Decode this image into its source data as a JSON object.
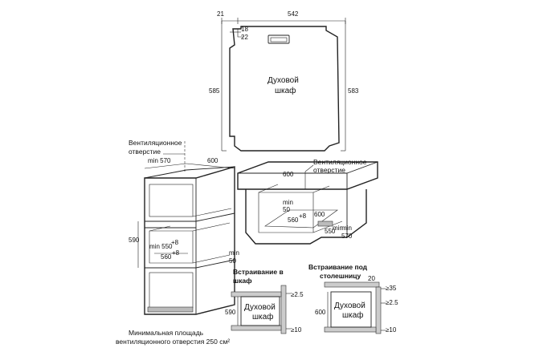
{
  "top_oven": {
    "label_line1": "Духовой",
    "label_line2": "шкаф",
    "dim_top_left": "21",
    "dim_top_width": "542",
    "dim_step1": "18",
    "dim_step2": "22",
    "dim_height_left": "585",
    "dim_height_right": "583"
  },
  "column_install": {
    "vent_label_line1": "Вентиляционное",
    "vent_label_line2": "отверстие",
    "dim_min570": "min 570",
    "dim_600": "600",
    "dim_590": "590",
    "dim_min550": "min 550",
    "dim_min550_sup": "+8",
    "dim_560": "560",
    "dim_560_sup": "+8",
    "dim_min50_a": "min",
    "dim_min50_b": "50",
    "note_line1": "Минимальная площадь",
    "note_line2": "вентиляционного отверстия 250 см²"
  },
  "counter_install": {
    "vent_label_line1": "Вентиляционное",
    "vent_label_line2": "отверстие",
    "dim_600_top": "600",
    "dim_min50_a": "min",
    "dim_min50_b": "50",
    "dim_560": "560",
    "dim_560_sup": "+8",
    "dim_600_right": "600",
    "dim_min550_a": "min",
    "dim_min550_b": "550",
    "dim_570_a": "min",
    "dim_570_b": "570"
  },
  "small_cabinet": {
    "title_line1": "Встраивание в",
    "title_line2": "шкаф",
    "label_line1": "Духовой",
    "label_line2": "шкаф",
    "dim_590": "590",
    "dim_25": "≥2.5",
    "dim_10": "≥10"
  },
  "small_counter": {
    "title_line1": "Встраивание под",
    "title_line2": "столешницу",
    "label_line1": "Духовой",
    "label_line2": "шкаф",
    "dim_600": "600",
    "dim_20": "20",
    "dim_35": "≥35",
    "dim_25": "≥2.5",
    "dim_10": "≥10"
  }
}
